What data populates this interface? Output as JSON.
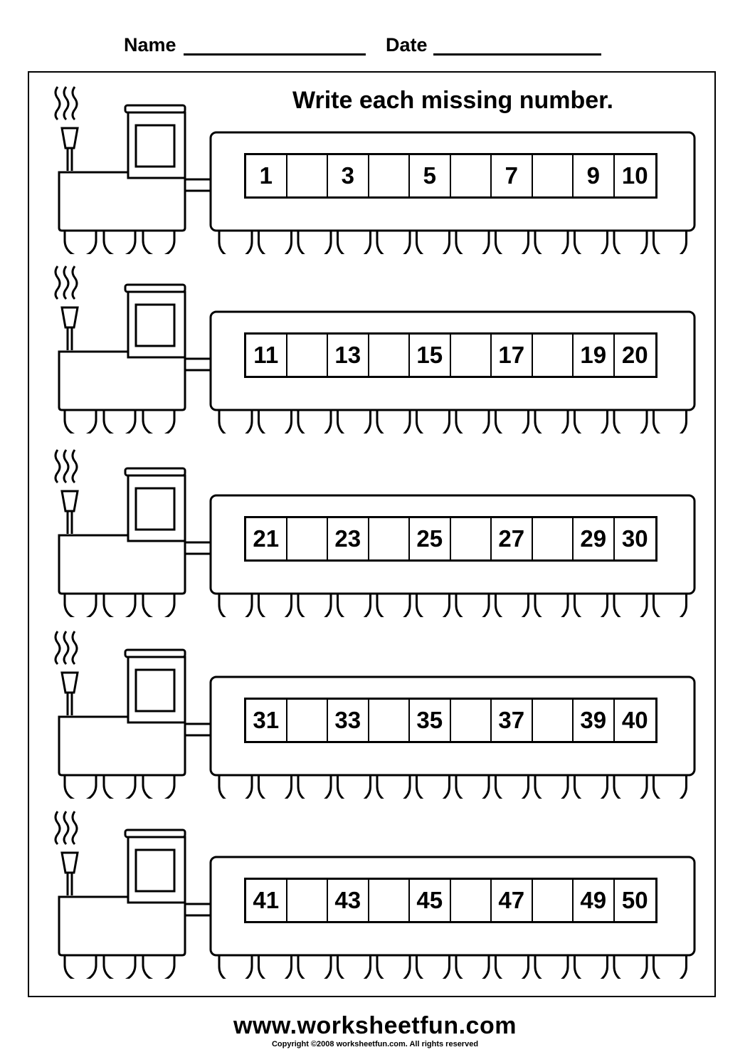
{
  "header": {
    "name_label": "Name",
    "date_label": "Date"
  },
  "title": "Write each missing number.",
  "trains": [
    {
      "cells": [
        "1",
        "",
        "3",
        "",
        "5",
        "",
        "7",
        "",
        "9",
        "10"
      ]
    },
    {
      "cells": [
        "11",
        "",
        "13",
        "",
        "15",
        "",
        "17",
        "",
        "19",
        "20"
      ]
    },
    {
      "cells": [
        "21",
        "",
        "23",
        "",
        "25",
        "",
        "27",
        "",
        "29",
        "30"
      ]
    },
    {
      "cells": [
        "31",
        "",
        "33",
        "",
        "35",
        "",
        "37",
        "",
        "39",
        "40"
      ]
    },
    {
      "cells": [
        "41",
        "",
        "43",
        "",
        "45",
        "",
        "47",
        "",
        "49",
        "50"
      ]
    }
  ],
  "footer": {
    "url": "www.worksheetfun.com",
    "copyright": "Copyright ©2008 worksheetfun.com. All rights reserved"
  }
}
